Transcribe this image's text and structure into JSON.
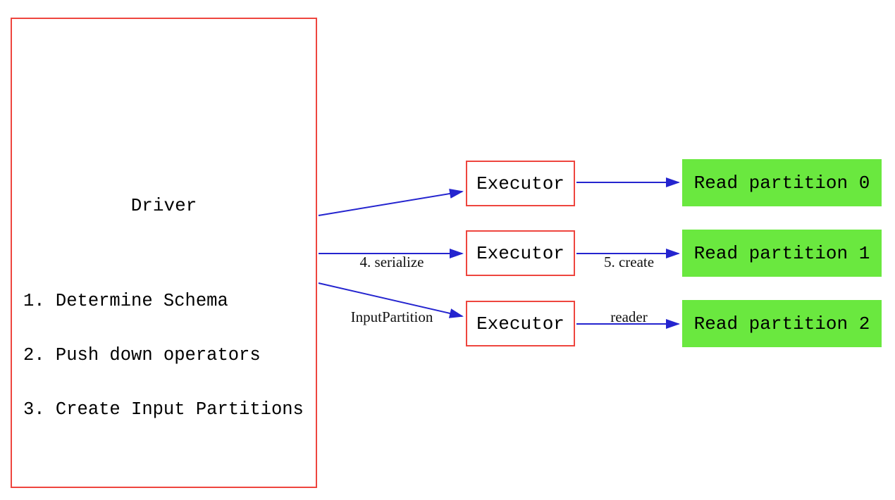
{
  "diagram": {
    "driver": {
      "title": "Driver",
      "steps": [
        "1. Determine Schema",
        "2. Push down operators",
        "3. Create Input Partitions"
      ]
    },
    "executors": [
      {
        "label": "Executor"
      },
      {
        "label": "Executor"
      },
      {
        "label": "Executor"
      }
    ],
    "read_partitions": [
      {
        "label": "Read partition 0"
      },
      {
        "label": "Read partition 1"
      },
      {
        "label": "Read partition 2"
      }
    ],
    "arrow_labels": {
      "serialize_line1": "4. serialize",
      "serialize_line2": "InputPartition",
      "create_reader_line1": "5. create",
      "create_reader_line2": "reader"
    },
    "colors": {
      "box_border_red": "#ee453e",
      "arrow_blue": "#2424cf",
      "partition_green": "#6ae83f",
      "background": "#ffffff",
      "text": "#000000"
    }
  }
}
